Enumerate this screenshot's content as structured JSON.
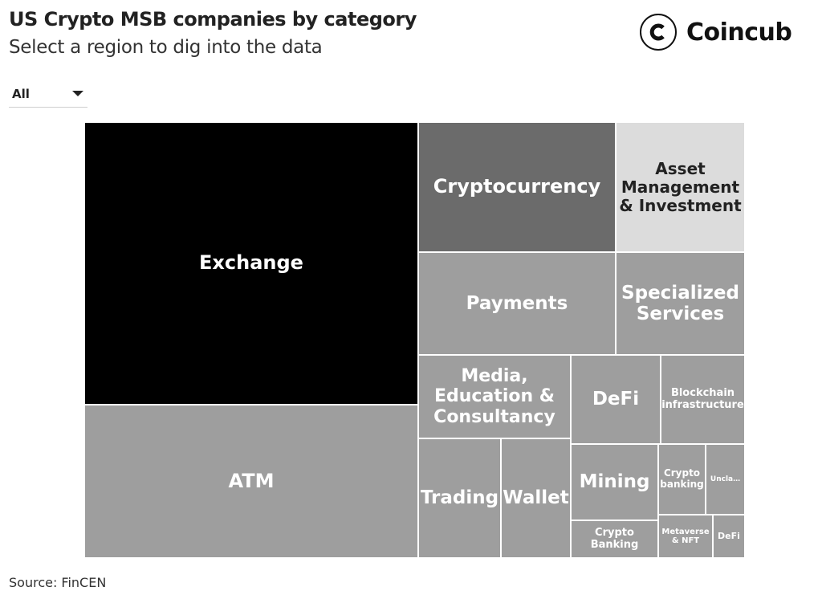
{
  "header": {
    "title": "US Crypto MSB companies by category",
    "subtitle": "Select a region to dig into the data"
  },
  "logo": {
    "text": "Coincub",
    "icon": "coincub-c-icon"
  },
  "filter": {
    "selected": "All",
    "icon": "caret-down-icon"
  },
  "footer": {
    "source": "Source: FinCEN"
  },
  "colors": {
    "exchange": "#000000",
    "cryptocurrency": "#6b6b6b",
    "asset_management": "#dcdcdc",
    "default_tile": "#9e9e9e",
    "tile_border": "#ffffff"
  },
  "chart_data": {
    "type": "treemap",
    "title": "US Crypto MSB companies by category",
    "subtitle": "Select a region to dig into the data",
    "source": "Source: FinCEN",
    "categories": [
      {
        "label": "Exchange",
        "relative_share": 0.2936
      },
      {
        "label": "ATM",
        "relative_share": 0.1553
      },
      {
        "label": "Cryptocurrency",
        "relative_share": 0.0873
      },
      {
        "label": "Asset\nManagement\n& Investment",
        "relative_share": 0.0572
      },
      {
        "label": "Payments",
        "relative_share": 0.0699
      },
      {
        "label": "Specialized\nServices",
        "relative_share": 0.0451
      },
      {
        "label": "Media,\nEducation &\nConsultancy",
        "relative_share": 0.0444
      },
      {
        "label": "DeFi",
        "relative_share": 0.0262
      },
      {
        "label": "Blockchain\ninfrastructure",
        "relative_share": 0.0251
      },
      {
        "label": "Trading",
        "relative_share": 0.0326
      },
      {
        "label": "Wallet",
        "relative_share": 0.028
      },
      {
        "label": "Mining",
        "relative_share": 0.0235
      },
      {
        "label": "Crypto\nBanking",
        "relative_share": 0.0106
      },
      {
        "label": "Crypto\nbanking",
        "relative_share": 0.0117
      },
      {
        "label": "Uncla…",
        "relative_share": 0.0096
      },
      {
        "label": "Metaverse\n& NFT",
        "relative_share": 0.0069
      },
      {
        "label": "DeFi",
        "relative_share": 0.0048
      }
    ]
  }
}
